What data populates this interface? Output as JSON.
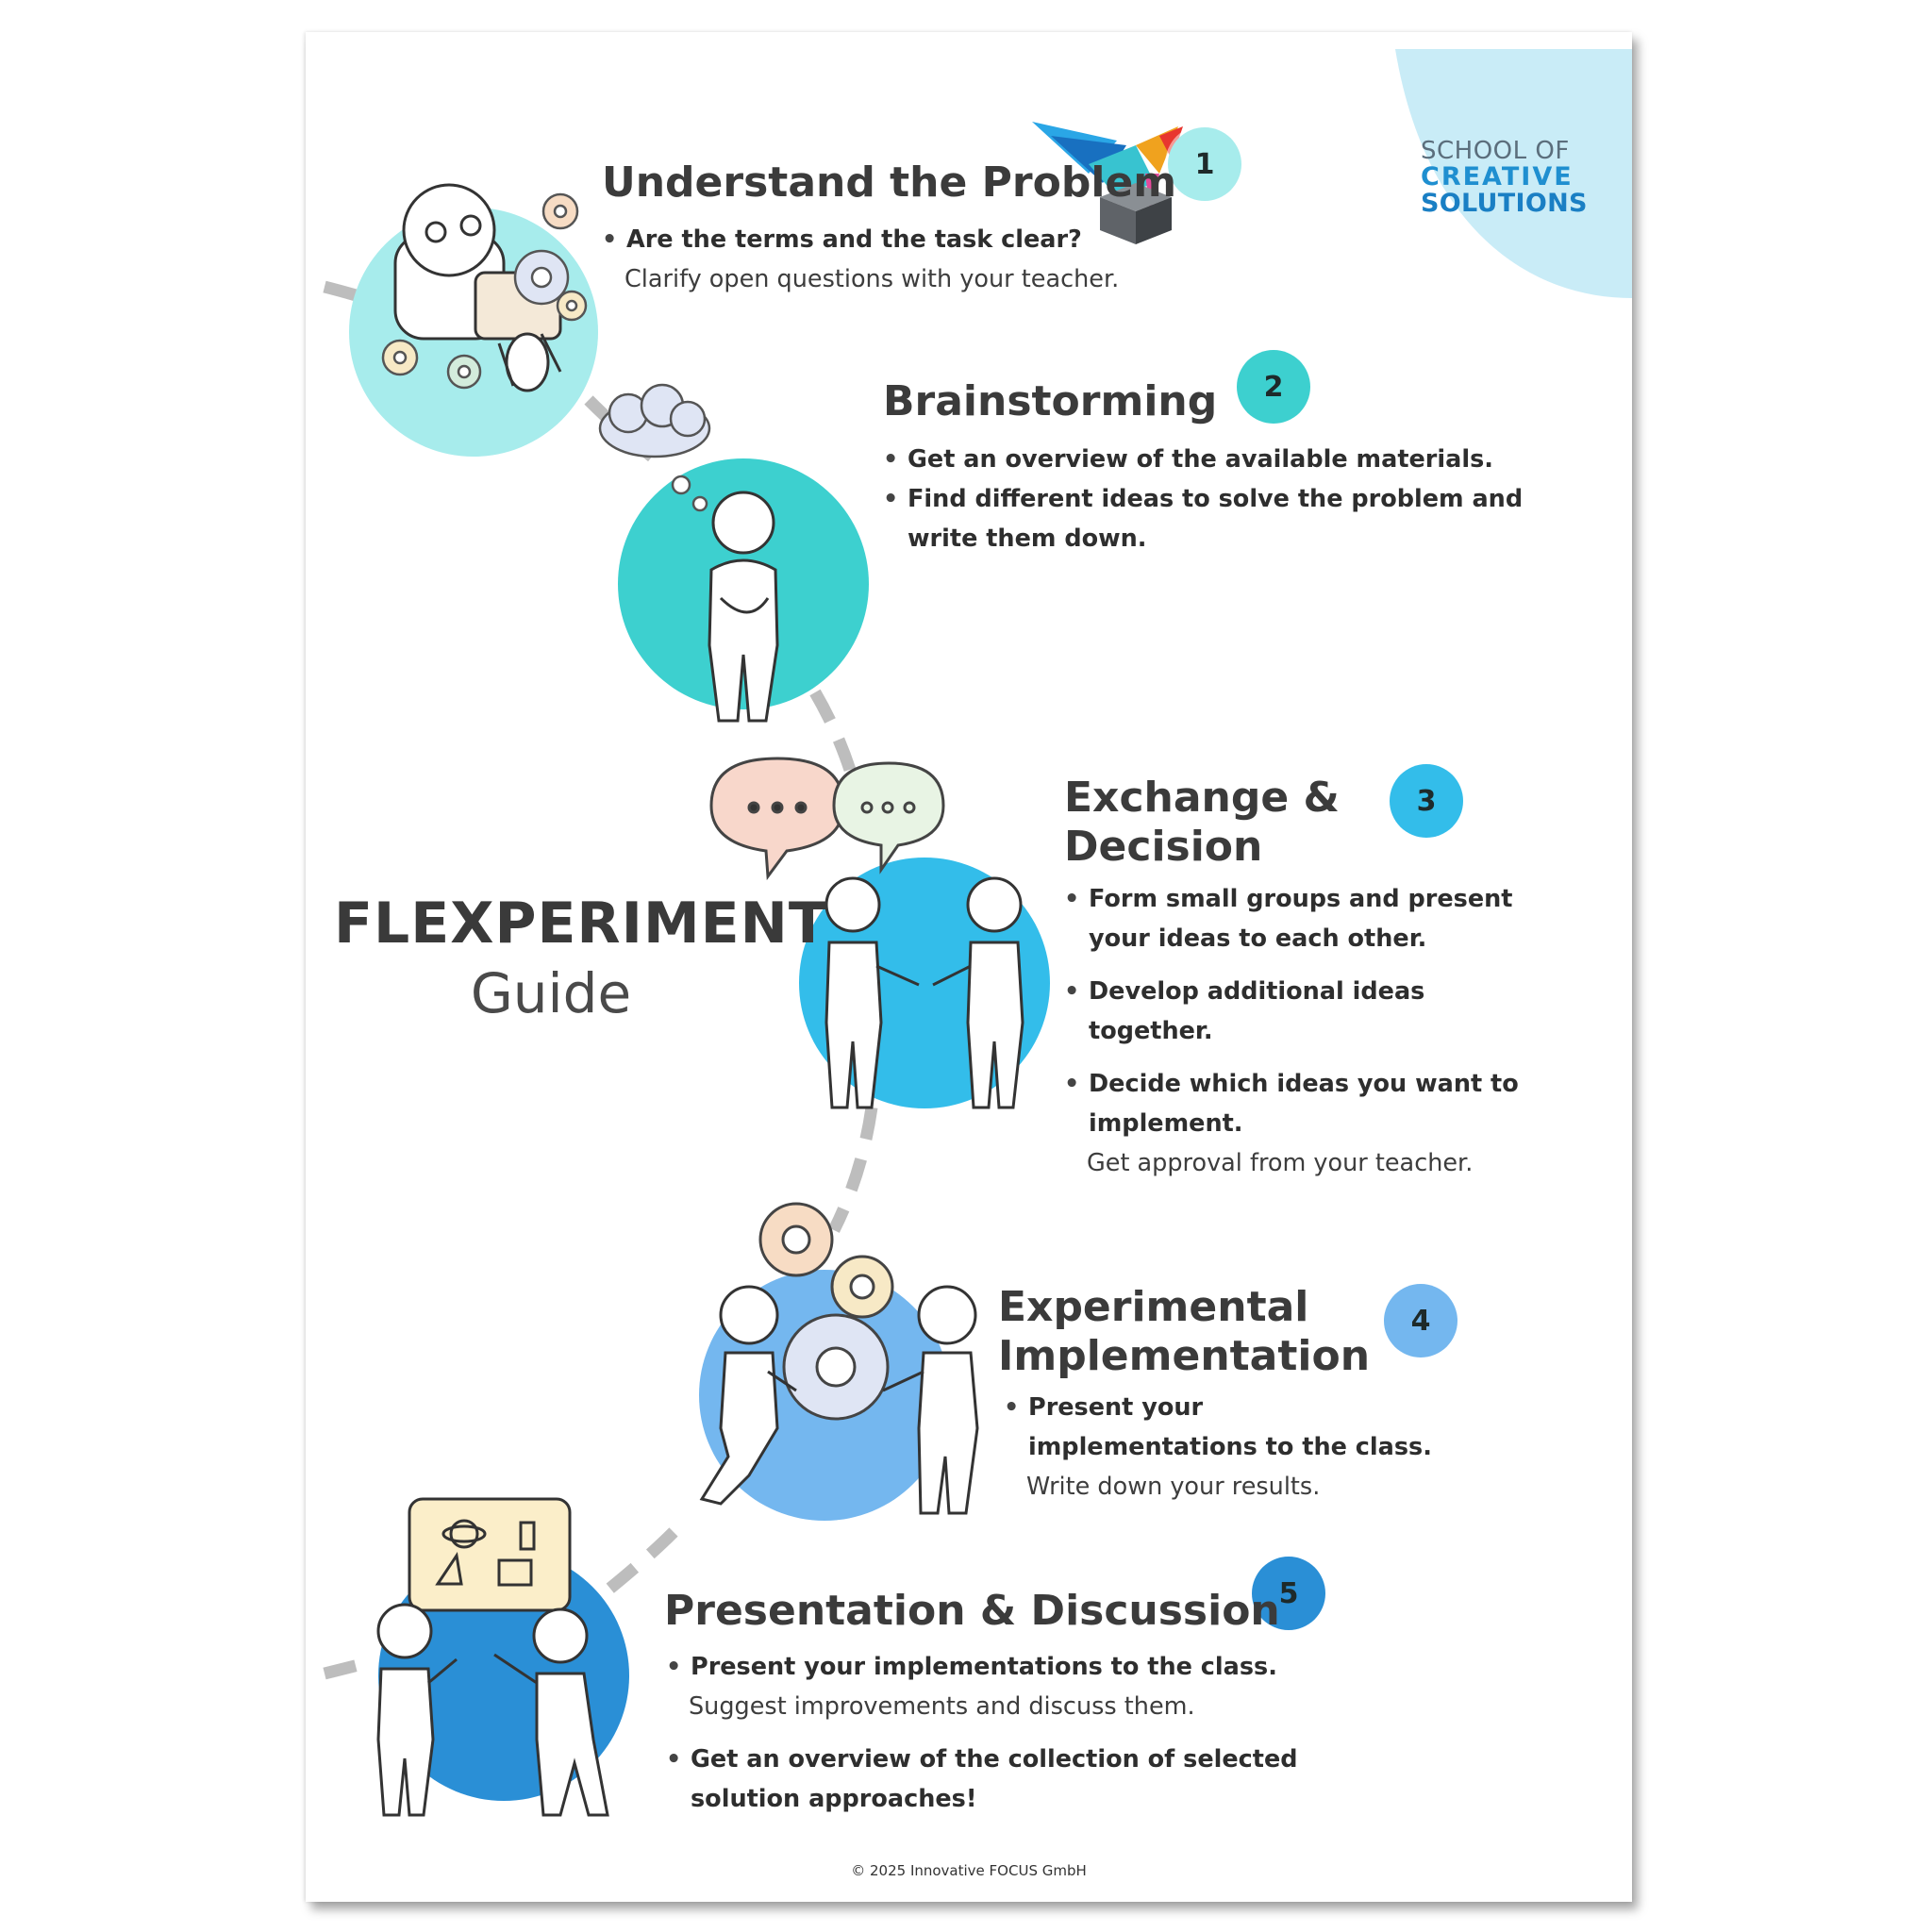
{
  "colors": {
    "step1": "#a7ecec",
    "step2": "#3dd0cf",
    "step3": "#33bdea",
    "step4": "#74b7ef",
    "step5": "#2a8fd6",
    "path": "#bdbdbd",
    "logo_arc": "#c9ecf7"
  },
  "brand": {
    "line1": "SCHOOL OF",
    "line2": "CREATIVE",
    "line3": "SOLUTIONS"
  },
  "title": {
    "main": "FLEXPERIMENT",
    "sub": "Guide"
  },
  "steps": [
    {
      "number": "1",
      "title": "Understand the Problem",
      "bullets": [
        {
          "text": "Are the terms and the task clear?",
          "note": "Clarify open questions with your teacher."
        }
      ]
    },
    {
      "number": "2",
      "title": "Brainstorming",
      "bullets": [
        {
          "text": "Get an overview of the available materials."
        },
        {
          "text": "Find different ideas to solve the problem and write them down."
        }
      ]
    },
    {
      "number": "3",
      "title_line1": "Exchange &",
      "title_line2": "Decision",
      "bullets": [
        {
          "text": "Form small groups and present your ideas to each other."
        },
        {
          "text": "Develop additional ideas together."
        },
        {
          "text": "Decide which ideas you want to implement.",
          "note": "Get approval from your teacher."
        }
      ]
    },
    {
      "number": "4",
      "title_line1": "Experimental",
      "title_line2": "Implementation",
      "bullets": [
        {
          "text": "Present your implementations to the class.",
          "note": "Write down your results."
        }
      ]
    },
    {
      "number": "5",
      "title": "Presentation & Discussion",
      "bullets": [
        {
          "text": "Present your implementations to the class.",
          "note": "Suggest improvements and discuss them."
        },
        {
          "text": "Get an overview of the collection of selected solution approaches!"
        }
      ]
    }
  ],
  "footer": "© 2025 Innovative FOCUS GmbH"
}
